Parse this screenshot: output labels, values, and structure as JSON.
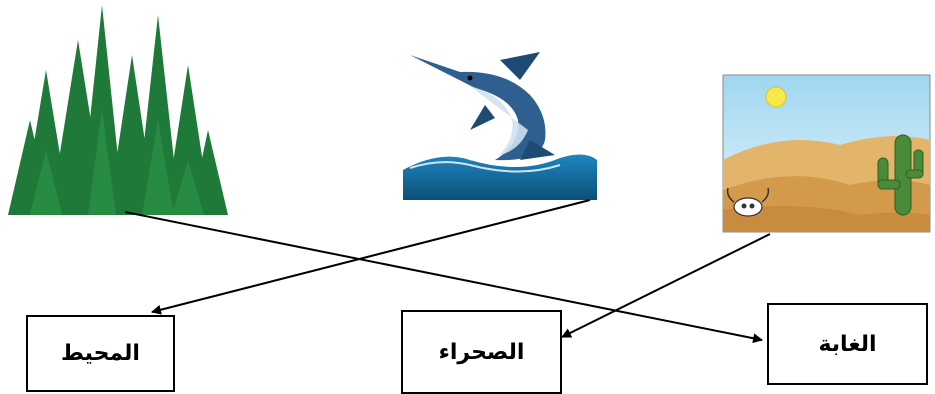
{
  "labels": {
    "ocean": "المحيط",
    "desert": "الصحراء",
    "forest": "الغابة"
  },
  "pictures": [
    "forest-picture",
    "swordfish-ocean-picture",
    "desert-picture"
  ],
  "colors": {
    "tree": "#1f7a3a",
    "water": "#1c6fa0",
    "sand": "#d9a85a",
    "sky": "#bfe3f5",
    "cactus": "#4a8b3a",
    "sun": "#f7e94a"
  }
}
